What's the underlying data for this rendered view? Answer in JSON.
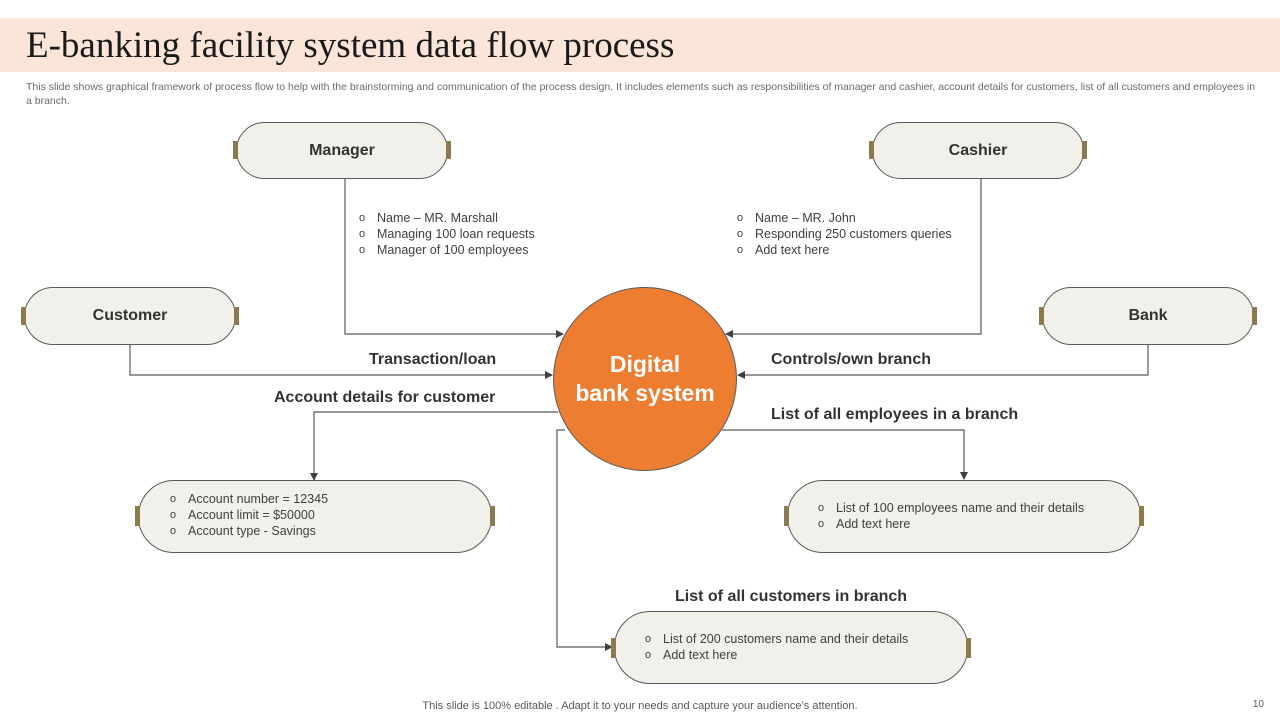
{
  "slide": {
    "title": "E-banking facility system data flow process",
    "subtitle": "This slide shows graphical framework of process flow to help with the brainstorming and communication of the process design. It includes elements such as responsibilities of manager and cashier, account details for customers, list of all customers and employees in a branch.",
    "footer": "This slide is 100% editable . Adapt it to your needs and capture your audience’s attention.",
    "page_number": "10"
  },
  "center": {
    "line1": "Digital",
    "line2": "bank system",
    "color": "#ec7d31"
  },
  "nodes": {
    "manager": "Manager",
    "cashier": "Cashier",
    "customer": "Customer",
    "bank": "Bank"
  },
  "manager_details": [
    "Name – MR. Marshall",
    "Managing  100 loan requests",
    "Manager  of 100 employees"
  ],
  "cashier_details": [
    "Name – MR. John",
    "Responding  250 customers queries",
    "Add text here"
  ],
  "flows": {
    "transaction": "Transaction/loan",
    "controls": "Controls/own branch",
    "account_details": "Account details  for customer",
    "employees": "List of all employees in a branch",
    "customers": "List of all customers in branch"
  },
  "account_box": [
    "Account number  = 12345",
    "Account limit = $50000",
    "Account type - Savings"
  ],
  "employees_box": [
    "List of 100 employees name  and their details",
    "Add text here"
  ],
  "customers_box": [
    "List of 200 customers name and their details",
    "Add text here"
  ],
  "colors": {
    "title_band": "#fbe4d8",
    "pill_fill": "#f2f0eb",
    "pill_tab": "#8c7a4f",
    "connector": "#595959"
  }
}
